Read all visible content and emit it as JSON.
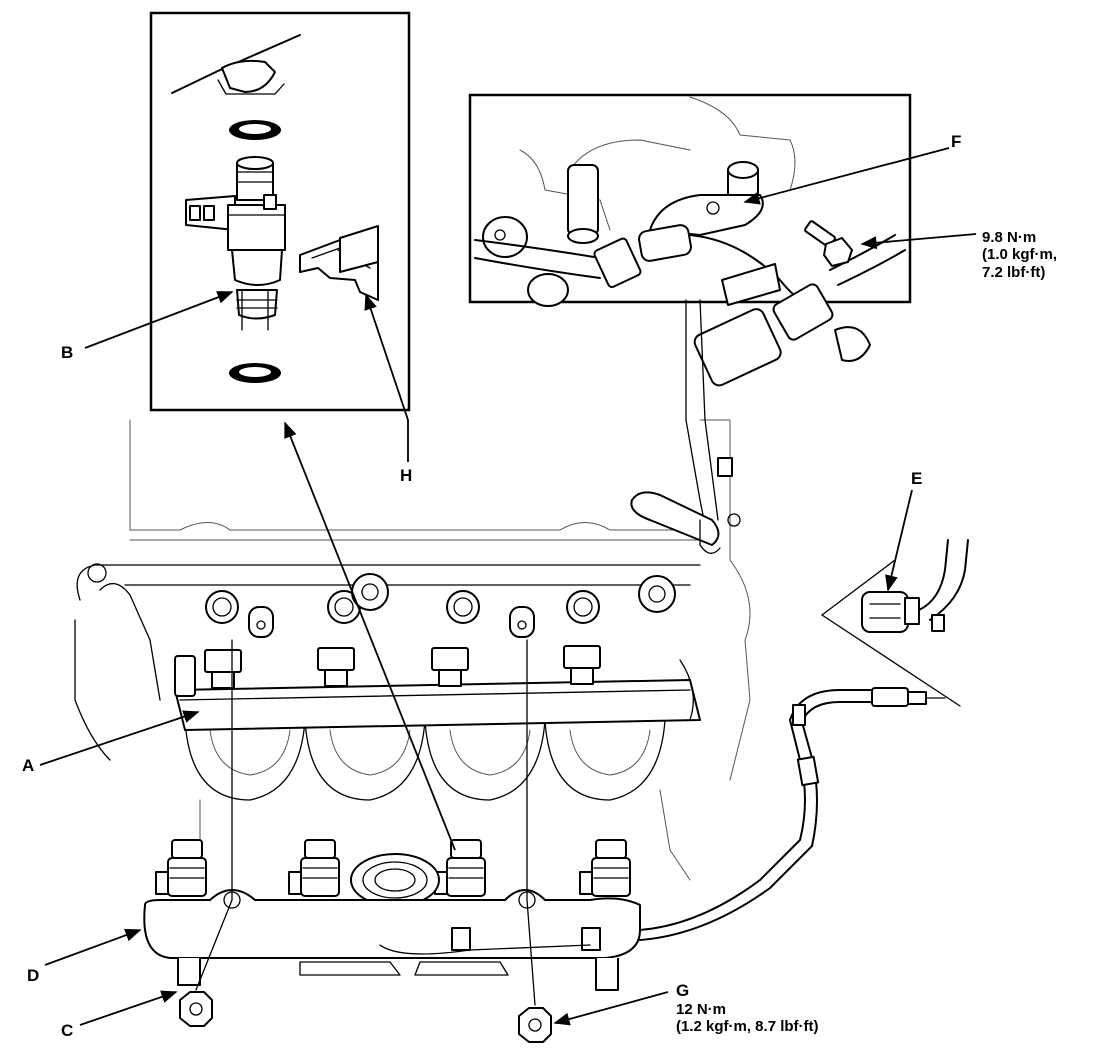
{
  "labels": {
    "a": "A",
    "b": "B",
    "c": "C",
    "d": "D",
    "e": "E",
    "f": "F",
    "g": "G",
    "h": "H"
  },
  "torque_f": {
    "line1": "9.8 N·m",
    "line2": "(1.0 kgf·m,",
    "line3": "7.2 lbf·ft)"
  },
  "torque_g": {
    "line1": "12 N·m",
    "line2": "(1.2 kgf·m, 8.7 lbf·ft)"
  },
  "colors": {
    "ink": "#000000",
    "paper": "#ffffff"
  }
}
